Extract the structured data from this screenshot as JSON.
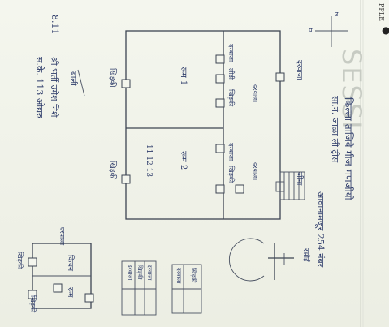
{
  "header": {
    "brand": "PPLE",
    "watermark": "SESSI"
  },
  "title_lines": [
    "किल्ला ताजिवे-मीज-मणजीयो",
    "सा.नं. जाळा ली ट्रीस",
    "आवानामजूर 254 नंबर"
  ],
  "note_lines": [
    "बाली",
    "श्री भर्ती उमेश निशे",
    "स.के. 113 ओद्यरु"
  ],
  "note_number": "8.11",
  "rooms": {
    "room1": "रूम 1",
    "room2": "रूम 2",
    "digits": "11 12 13"
  },
  "labels": {
    "left_top": "खिड़की",
    "left_bottom": "खिड़की",
    "stairs": "जीना",
    "compass_word": "रसोई",
    "top_right": "दरवाजा",
    "side_small": "दरवाजा"
  },
  "boxes_top": [
    "दरवाजा",
    "लीडी",
    "खिड़की",
    "दरवाजा"
  ],
  "boxes_bottom": [
    "दरवाजा",
    "खिड़की",
    "दरवाजा"
  ],
  "room_labels_right": [
    "दरवाजा",
    "दरवाजा"
  ],
  "bottom_left": {
    "top_label": "दरवाजा",
    "kitchen": "किचन",
    "room": "रूम",
    "left_label": "खिड़की",
    "bottom_label": "खिड़की"
  },
  "small_boxes": {
    "a": [
      "दरवाजा",
      "खिड़की",
      "दरवाजा"
    ],
    "b": [
      "दरवाजा",
      "खिड़की"
    ]
  },
  "compass_dirs": {
    "n": "उ",
    "w": "प"
  }
}
